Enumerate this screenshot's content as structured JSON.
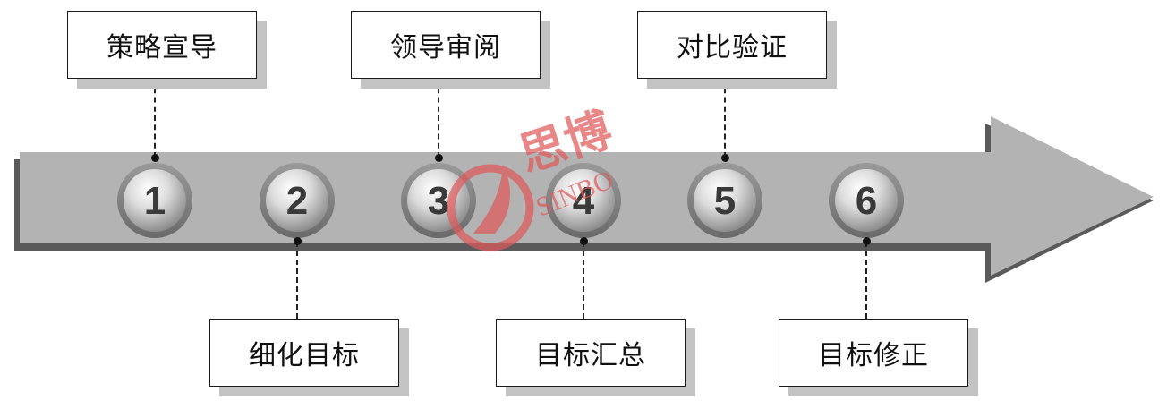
{
  "steps": [
    {
      "number": "1",
      "label": "策略宣导",
      "position": "above"
    },
    {
      "number": "2",
      "label": "细化目标",
      "position": "below"
    },
    {
      "number": "3",
      "label": "领导审阅",
      "position": "above"
    },
    {
      "number": "4",
      "label": "目标汇总",
      "position": "below"
    },
    {
      "number": "5",
      "label": "对比验证",
      "position": "above"
    },
    {
      "number": "6",
      "label": "目标修正",
      "position": "below"
    }
  ],
  "watermark": {
    "chinese": "思博",
    "latin": "SINBO"
  },
  "colors": {
    "arrow": "#b3b3b3",
    "arrow_shadow": "#5a5a5a",
    "circle_text": "#3a3a3a",
    "watermark": "#e05a5a"
  }
}
